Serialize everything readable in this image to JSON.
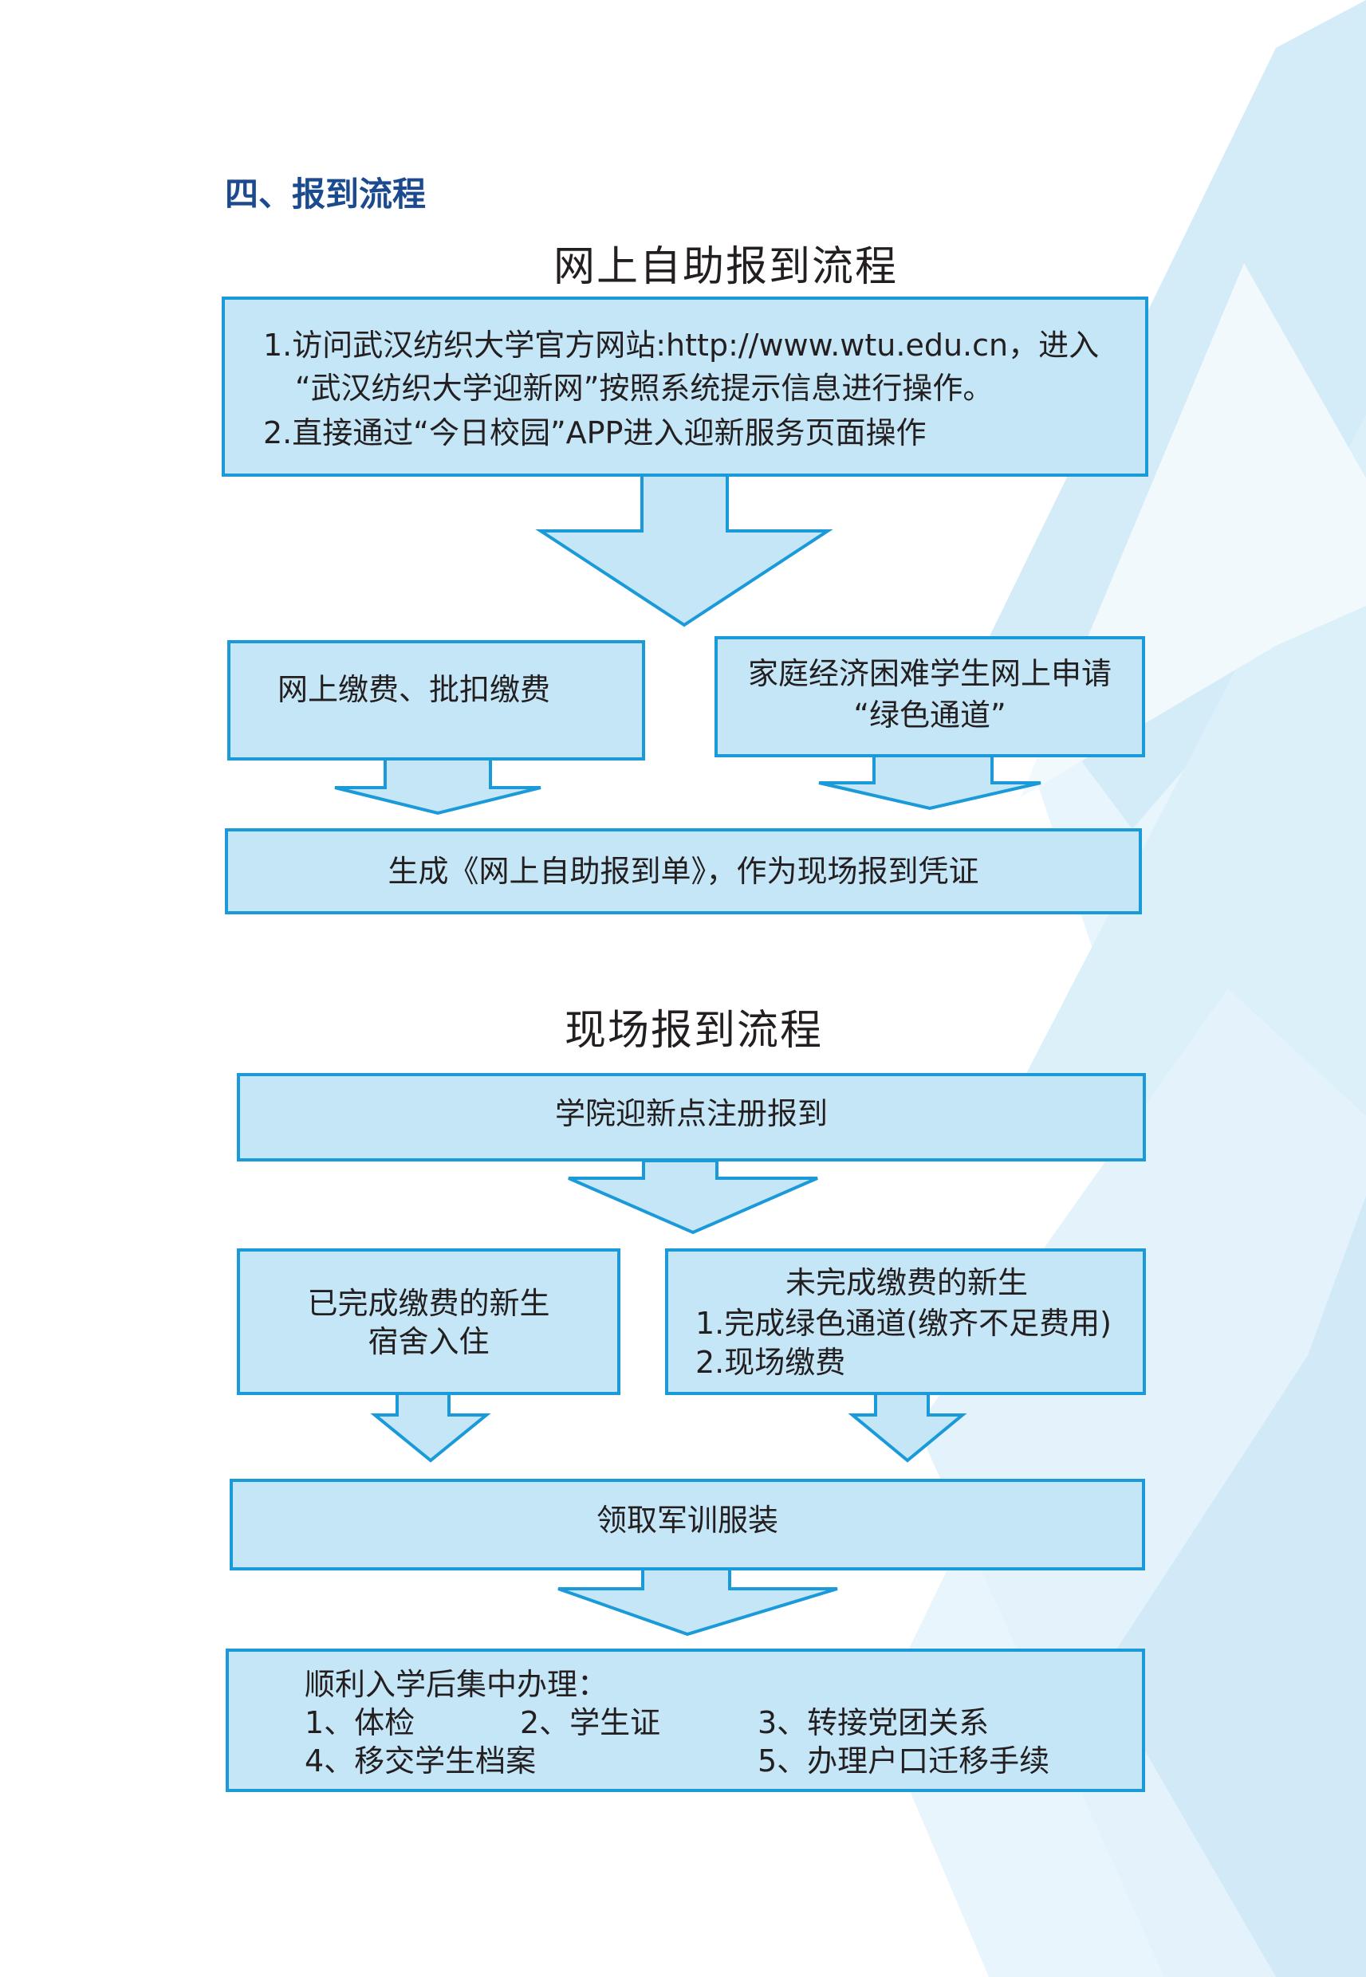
{
  "section_heading": "四、报到流程",
  "online": {
    "title": "网上自助报到流程",
    "step1_lines": [
      "1.访问武汉纺织大学官方网站:http://www.wtu.edu.cn，进入",
      "“武汉纺织大学迎新网”按照系统提示信息进行操作。",
      "2.直接通过“今日校园”APP进入迎新服务页面操作"
    ],
    "payment": "网上缴费、批扣缴费",
    "green_channel_lines": [
      "家庭经济困难学生网上申请",
      "“绿色通道”"
    ],
    "certificate": "生成《网上自助报到单》，作为现场报到凭证"
  },
  "onsite": {
    "title": "现场报到流程",
    "register": "学院迎新点注册报到",
    "paid_lines": [
      "已完成缴费的新生",
      "宿舍入住"
    ],
    "unpaid_lines": [
      "未完成缴费的新生",
      "1.完成绿色通道(缴齐不足费用)",
      "2.现场缴费"
    ],
    "uniform": "领取军训服装",
    "after": {
      "heading": "顺利入学后集中办理：",
      "item1": "1、体检",
      "item2": "2、学生证",
      "item3": "3、转接党团关系",
      "item4": "4、移交学生档案",
      "item5": "5、办理户口迁移手续"
    }
  },
  "colors": {
    "box_fill": "#c5e6f6",
    "box_border": "#1a9ad9",
    "heading_blue": "#1b4a8f",
    "background_accent": "#d9eef9"
  }
}
